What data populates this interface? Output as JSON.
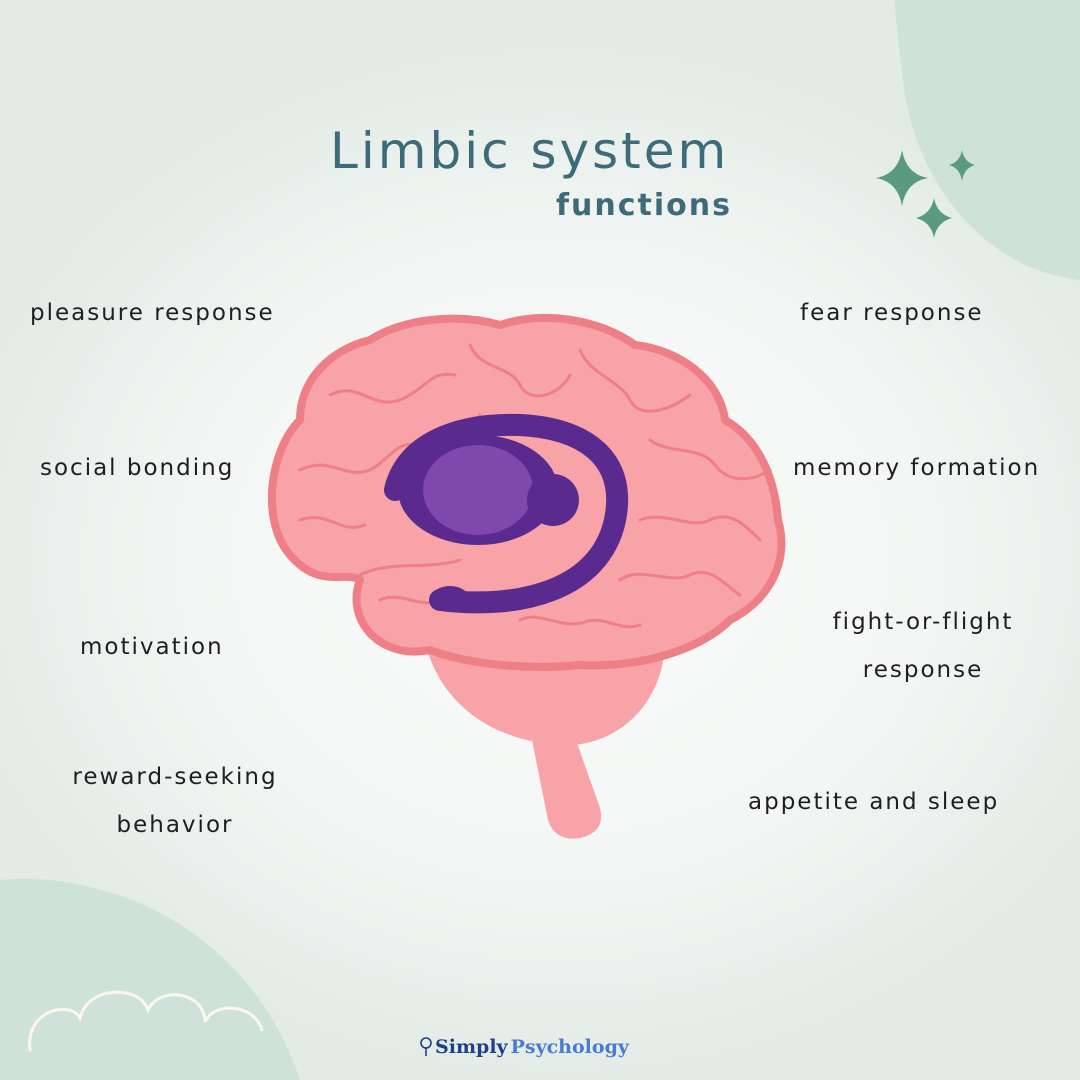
{
  "title": "Limbic system",
  "subtitle": "functions",
  "functions_left": [
    "pleasure response",
    "social bonding",
    "motivation",
    "reward-seeking behavior"
  ],
  "functions_right": [
    "fear response",
    "memory formation",
    "fight-or-flight response",
    "appetite and sleep"
  ],
  "brand": {
    "part1": "Simply",
    "part2": "Psychology"
  },
  "colors": {
    "background": "#f5f7f5",
    "blob": "#cfe2da",
    "title": "#3d6b78",
    "sparkle": "#5a9a7f",
    "brain_fill": "#f7a3a8",
    "brain_stroke": "#ee7f86",
    "limbic_dark": "#5b2a8e",
    "limbic_light": "#7f48ad"
  },
  "icons": [
    "sparkle-icon",
    "brain-illustration",
    "cloud-outline",
    "brand-logo-icon"
  ]
}
